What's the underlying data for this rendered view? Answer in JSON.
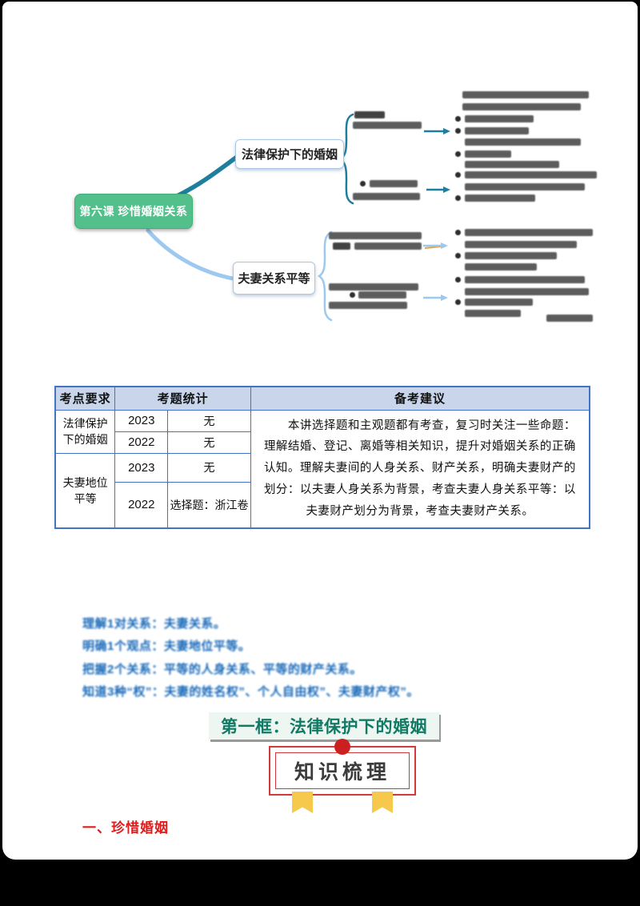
{
  "mindmap": {
    "root_label": "第六课  珍惜婚姻关系",
    "branch_top_label": "法律保护下的婚姻",
    "branch_bottom_label": "夫妻关系平等",
    "colors": {
      "root_fill": "#53c08b",
      "top_branch_line": "#1d7e9e",
      "bottom_branch_line": "#9dc8ef"
    },
    "detail_note": "右侧细节文字模糊不可辨（以灰色条表示）"
  },
  "table": {
    "headers": [
      "考点要求",
      "考题统计",
      "备考建议"
    ],
    "rows": [
      {
        "topic": "法律保护下的婚姻",
        "year": "2023",
        "result": "无"
      },
      {
        "year": "2022",
        "result": "无"
      },
      {
        "topic": "夫妻地位平等",
        "year": "2023",
        "result": "无"
      },
      {
        "year": "2022",
        "result": "选择题：浙江卷"
      }
    ],
    "advice": "　　本讲选择题和主观题都有考查，复习时关注一些命题：理解结婚、登记、离婚等相关知识，提升对婚姻关系的正确认知。理解夫妻间的人身关系、财产关系，明确夫妻财产的划分：以夫妻人身关系为背景，考查夫妻人身关系平等：以夫妻财产划分为背景，考查夫妻财产关系。"
  },
  "objectives": [
    "理解1对关系：夫妻关系。",
    "明确1个观点：夫妻地位平等。",
    "把握2个关系：平等的人身关系、平等的财产关系。",
    "知道3种“权”：夫妻的姓名权”、个人自由权”、夫妻财产权”。"
  ],
  "section": {
    "title": "第一框：法律保护下的婚姻",
    "badge": "知识梳理",
    "heading": "一、珍惜婚姻"
  }
}
